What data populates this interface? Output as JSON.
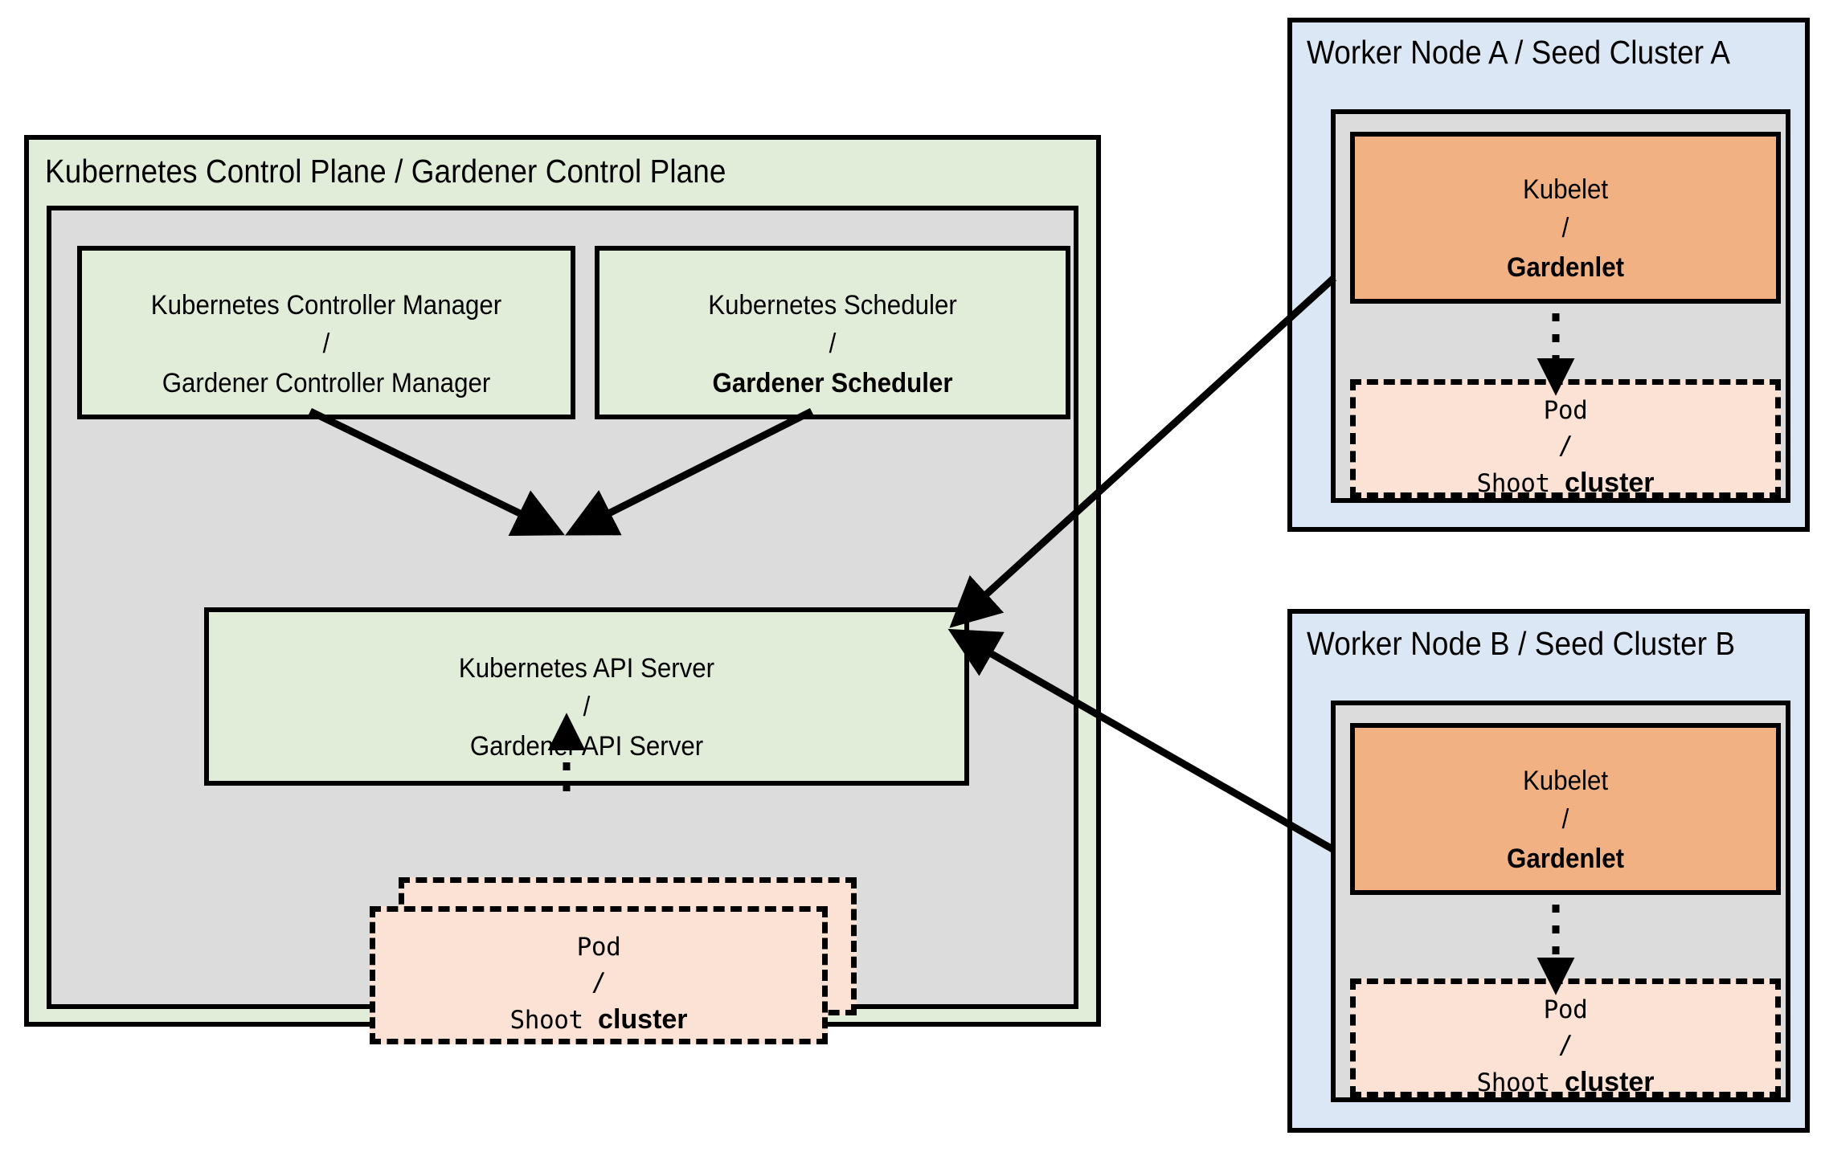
{
  "diagram": {
    "type": "architecture-diagram",
    "title_text_not_rendered": false,
    "colors": {
      "green_fill": "#E2EDD9",
      "gray_fill": "#DCDCDC",
      "blue_fill": "#DCE7F5",
      "orange_fill": "#F2B183",
      "pink_fill": "#FBE2D5",
      "stroke": "#000000",
      "background": "#FFFFFF"
    }
  },
  "control_plane": {
    "title": "Kubernetes Control Plane / Gardener Control Plane",
    "controller_manager": {
      "line1": "Kubernetes Controller Manager",
      "line2": "/",
      "line3": "Gardener Controller Manager"
    },
    "scheduler": {
      "line1": "Kubernetes Scheduler",
      "line2": "/",
      "line3": "Gardener Scheduler"
    },
    "api_server": {
      "line1": "Kubernetes API Server",
      "line2": "/",
      "line3": "Gardener API Server"
    },
    "pod": {
      "line1": "Pod",
      "line2": "/",
      "line3_mono": "Shoot",
      "line3_bold": "cluster"
    }
  },
  "worker_node_a": {
    "title": "Worker Node A / Seed Cluster A",
    "kubelet": {
      "line1": "Kubelet",
      "line2": "/",
      "line3": "Gardenlet"
    },
    "pod": {
      "line1": "Pod",
      "line2": "/",
      "line3_mono": "Shoot",
      "line3_bold": "cluster"
    }
  },
  "worker_node_b": {
    "title": "Worker Node B / Seed Cluster B",
    "kubelet": {
      "line1": "Kubelet",
      "line2": "/",
      "line3": "Gardenlet"
    },
    "pod": {
      "line1": "Pod",
      "line2": "/",
      "line3_mono": "Shoot",
      "line3_bold": "cluster"
    }
  }
}
